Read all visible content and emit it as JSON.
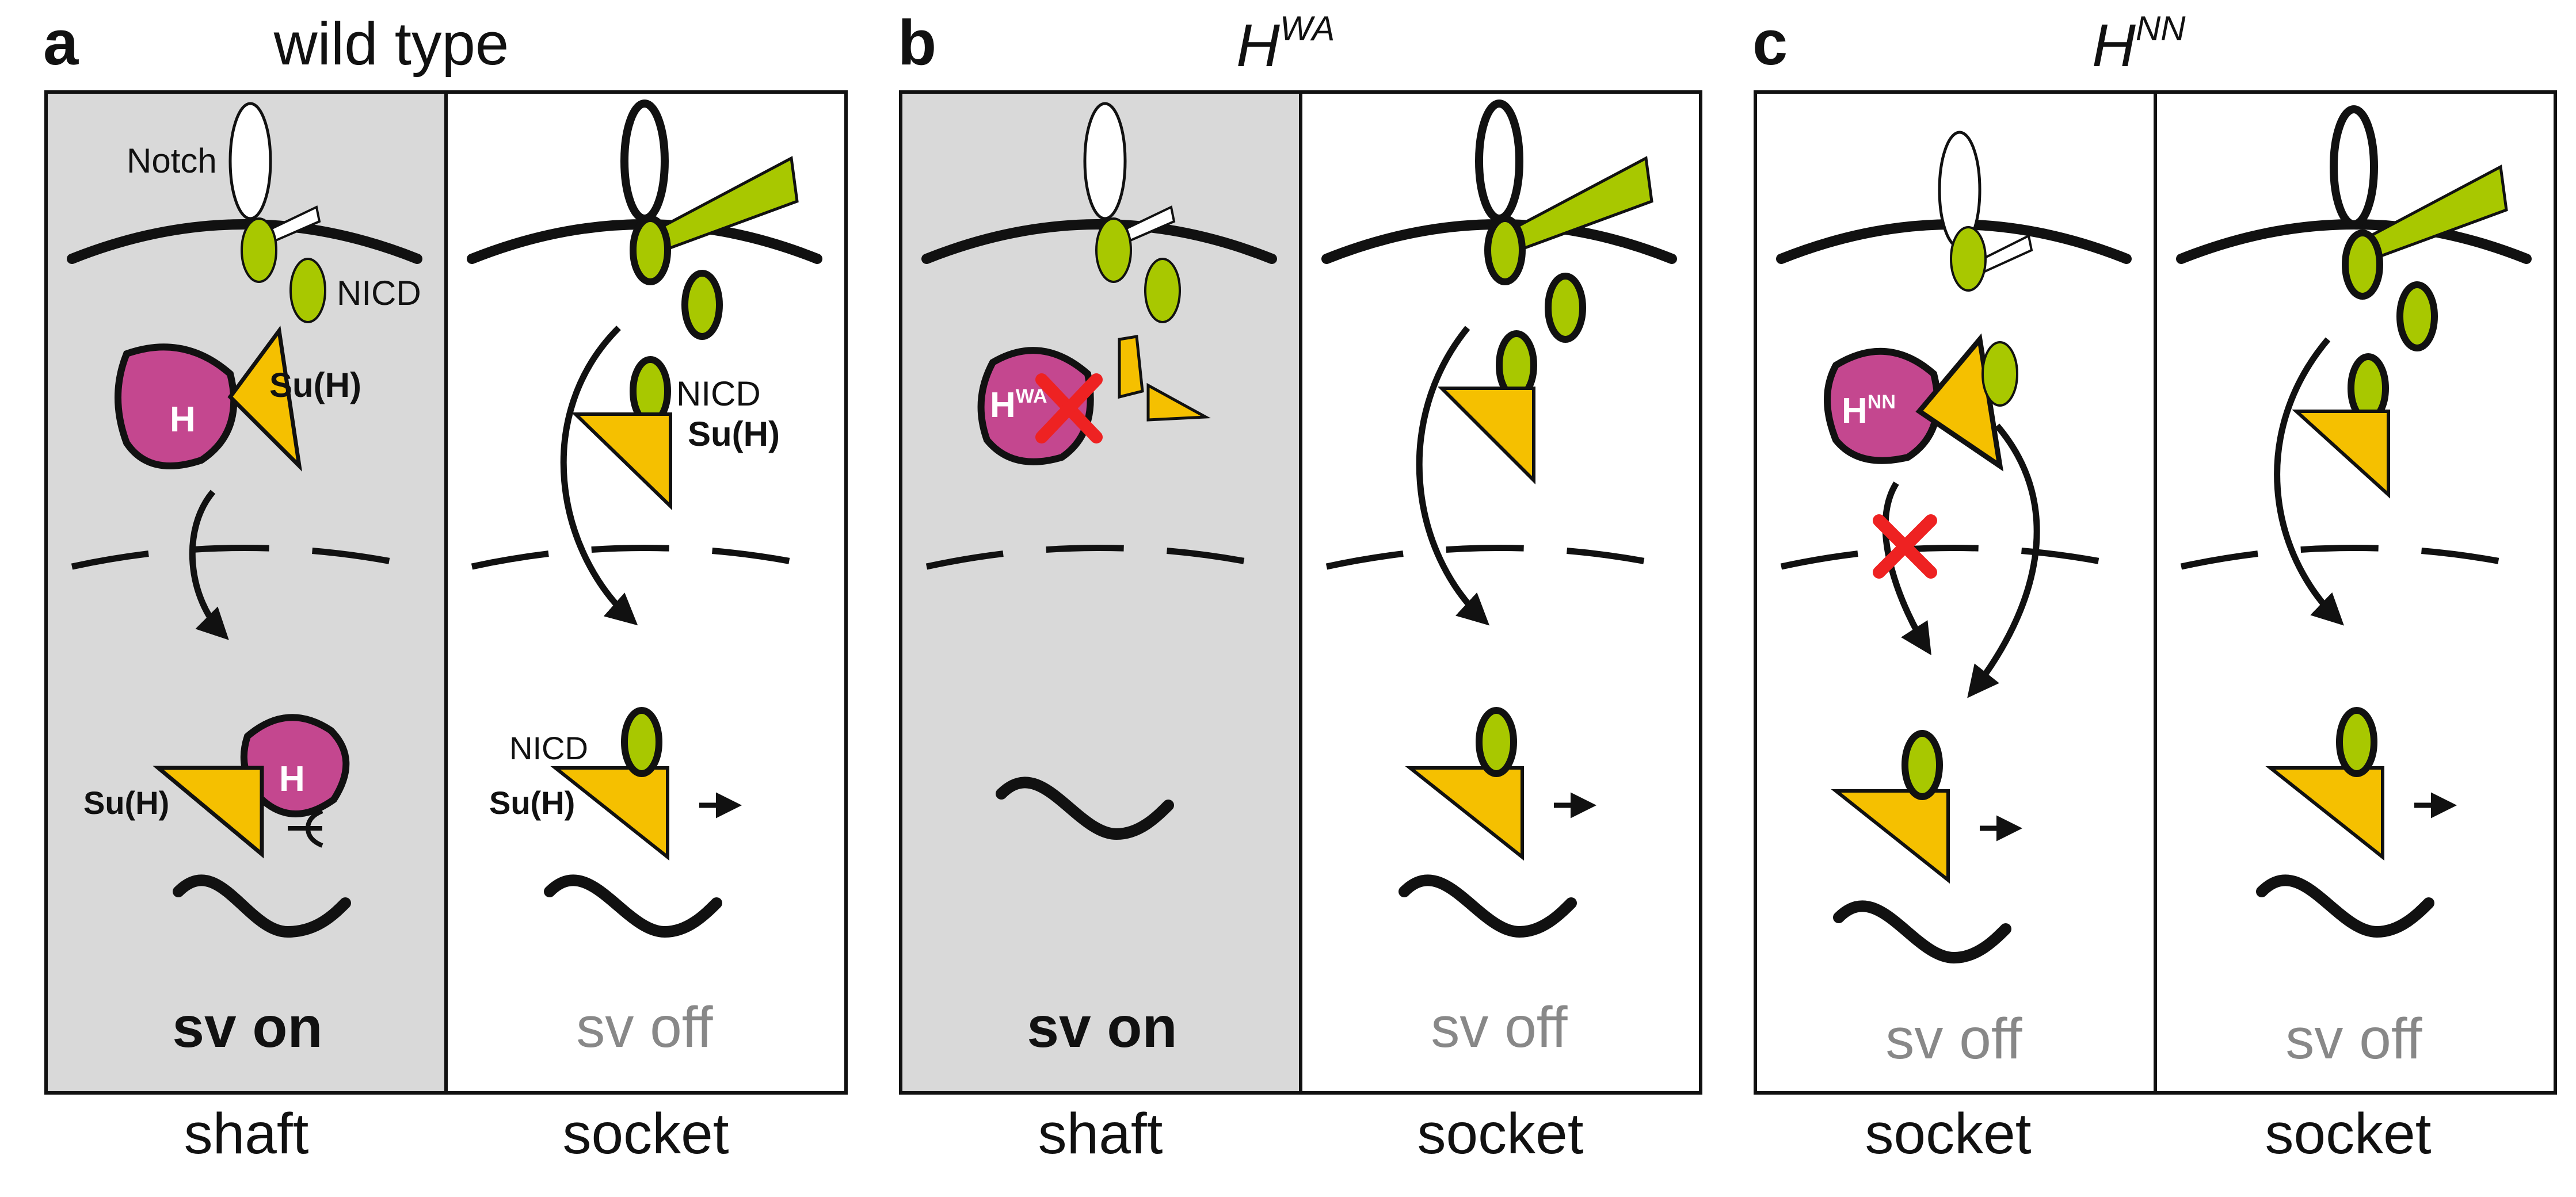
{
  "colors": {
    "panel_shaded": "#d9d9d9",
    "panel_plain": "#ffffff",
    "outline": "#111111",
    "hairless": "#c4478f",
    "suh": "#f5c000",
    "nicd": "#a8c800",
    "cross": "#ee2222",
    "off_text": "#888888"
  },
  "panels": [
    {
      "letter": "a",
      "title": "wild type",
      "left": {
        "state": "sv on",
        "cell": "shaft",
        "label_h": "H",
        "label_suh": "Su(H)",
        "label_nicd": "NICD",
        "label_notch": "Notch",
        "label_bottom_suh": "Su(H)"
      },
      "right": {
        "state": "sv off",
        "cell": "socket",
        "label_nicd": "NICD",
        "label_suh": "Su(H)",
        "label_bottom_nicd": "NICD",
        "label_bottom_suh": "Su(H)"
      }
    },
    {
      "letter": "b",
      "title": "H",
      "title_sup": "WA",
      "left": {
        "state": "sv on",
        "cell": "shaft",
        "label_h": "H",
        "label_h_sup": "WA"
      },
      "right": {
        "state": "sv off",
        "cell": "socket"
      }
    },
    {
      "letter": "c",
      "title": "H",
      "title_sup": "NN",
      "left": {
        "state": "sv off",
        "cell": "socket",
        "label_h": "H",
        "label_h_sup": "NN"
      },
      "right": {
        "state": "sv off",
        "cell": "socket"
      }
    }
  ]
}
